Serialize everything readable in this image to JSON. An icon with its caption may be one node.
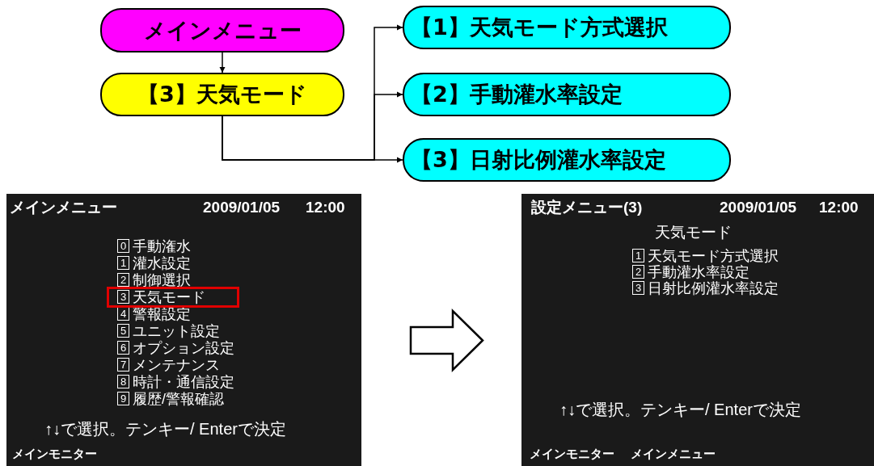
{
  "diagram": {
    "nodes": [
      {
        "text": [
          "メインメニュー"
        ]
      },
      {
        "text": [
          "【3】天気モード"
        ]
      },
      {
        "text": [
          "【1】天気モード方式選択"
        ]
      },
      {
        "text": [
          "【2】手動灌水率設定"
        ]
      },
      {
        "text": [
          "【3】日射比例灌水率設定"
        ]
      },
      {
        "text": [
          "メインメニュー",
          "2009/01/05",
          "12:00",
          "0 手動潅水",
          "1 灌水設定",
          "2 制御選択",
          "4 警報設定",
          "5 ユニット設定",
          "6 オプション設定",
          "7 メンテナンス",
          "8 時計・通信設定",
          "9 履歴/警報確認",
          "↑↓で選択。テンキー/ Enterで決定",
          "メインモニター"
        ]
      },
      {
        "text": [
          "3 天気モード"
        ],
        "in": 5
      },
      {
        "text": [
          "設定メニュー(3)",
          "2009/01/05",
          "12:00",
          "天気モード",
          "1 天気モード方式選択",
          "2 手動灌水率設定",
          "3 日射比例灌水率設定",
          "↑↓で選択。テンキー/ Enterで決定",
          "メインモニター",
          "メインメニュー"
        ]
      }
    ],
    "edges": [
      {
        "from": 0,
        "to": 1,
        "arrow": "to"
      },
      {
        "from": 1,
        "to": 2,
        "arrow": "to"
      },
      {
        "from": 1,
        "to": 3,
        "arrow": "to"
      },
      {
        "from": 1,
        "to": 4,
        "arrow": "to"
      },
      {
        "from": 5,
        "to": 7,
        "arrow": "to",
        "style": "thick"
      }
    ]
  }
}
